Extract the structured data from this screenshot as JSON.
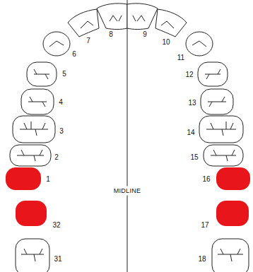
{
  "diagram": {
    "labels": [
      "1",
      "2",
      "3",
      "4",
      "5",
      "6",
      "7",
      "8",
      "9",
      "10",
      "11",
      "12",
      "13",
      "14",
      "15",
      "16",
      "17",
      "18",
      "31",
      "32",
      "MIDLINE"
    ]
  }
}
